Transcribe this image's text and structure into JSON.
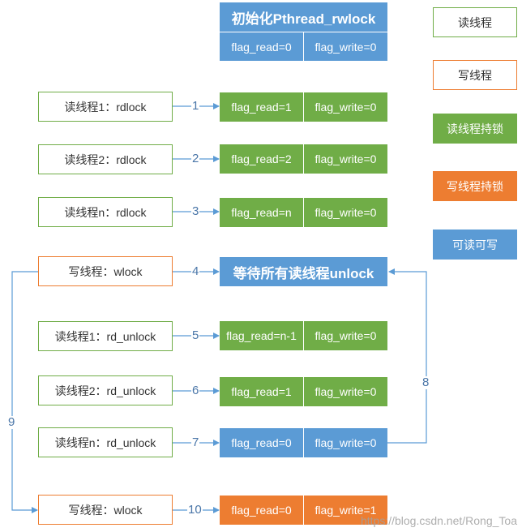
{
  "legend": {
    "read_thread": "读线程",
    "write_thread": "写线程",
    "read_locked": "读线程持锁",
    "write_locked": "写线程持锁",
    "readable_writable": "可读可写"
  },
  "init": {
    "title": "初始化Pthread_rwlock",
    "flag_read": "flag_read=0",
    "flag_write": "flag_write=0"
  },
  "steps": [
    {
      "thread": "读线程1：rdlock",
      "arrow": "1",
      "flag_read": "flag_read=1",
      "flag_write": "flag_write=0"
    },
    {
      "thread": "读线程2：rdlock",
      "arrow": "2",
      "flag_read": "flag_read=2",
      "flag_write": "flag_write=0"
    },
    {
      "thread": "读线程n：rdlock",
      "arrow": "3",
      "flag_read": "flag_read=n",
      "flag_write": "flag_write=0"
    },
    {
      "thread": "写线程：wlock",
      "arrow": "4",
      "wait": "等待所有读线程unlock"
    },
    {
      "thread": "读线程1：rd_unlock",
      "arrow": "5",
      "flag_read": "flag_read=n-1",
      "flag_write": "flag_write=0"
    },
    {
      "thread": "读线程2：rd_unlock",
      "arrow": "6",
      "flag_read": "flag_read=1",
      "flag_write": "flag_write=0"
    },
    {
      "thread": "读线程n：rd_unlock",
      "arrow": "7",
      "flag_read": "flag_read=0",
      "flag_write": "flag_write=0"
    },
    {
      "thread": "写线程：wlock",
      "arrow": "10",
      "flag_read": "flag_read=0",
      "flag_write": "flag_write=1"
    }
  ],
  "loop_labels": {
    "notify": "8",
    "retry": "9"
  },
  "watermark": "https://blog.csdn.net/Rong_Toa",
  "colors": {
    "read_thread_border": "#70ad47",
    "write_thread_border": "#ed7d31",
    "read_locked": "#70ad47",
    "write_locked": "#ed7d31",
    "readable_writable": "#5b9bd5",
    "arrow": "#5b9bd5"
  }
}
